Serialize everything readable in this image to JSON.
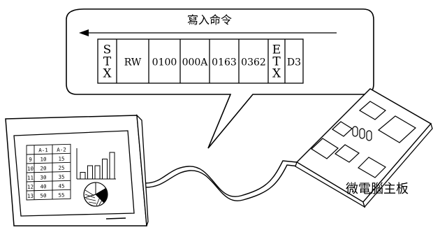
{
  "command": {
    "title": "寫入命令",
    "frame_fields": [
      {
        "lines": [
          "S",
          "T",
          "X"
        ]
      },
      {
        "lines": [
          "RW"
        ]
      },
      {
        "lines": [
          "0100"
        ]
      },
      {
        "lines": [
          "000A"
        ]
      },
      {
        "lines": [
          "0163"
        ]
      },
      {
        "lines": [
          "0362"
        ]
      },
      {
        "lines": [
          "E",
          "T",
          "X"
        ]
      },
      {
        "lines": [
          "D3"
        ]
      }
    ]
  },
  "hmi_screen": {
    "table_headers": [
      "A-1",
      "A-2"
    ],
    "table_rows": [
      [
        "9",
        "10",
        "15"
      ],
      [
        "10",
        "20",
        "25"
      ],
      [
        "11",
        "30",
        "35"
      ],
      [
        "12",
        "40",
        "45"
      ],
      [
        "13",
        "50",
        "55"
      ]
    ],
    "bar_chart": {
      "values": [
        1,
        2,
        2,
        3,
        4
      ]
    }
  },
  "microcomputer": {
    "label": "微電腦主板"
  }
}
